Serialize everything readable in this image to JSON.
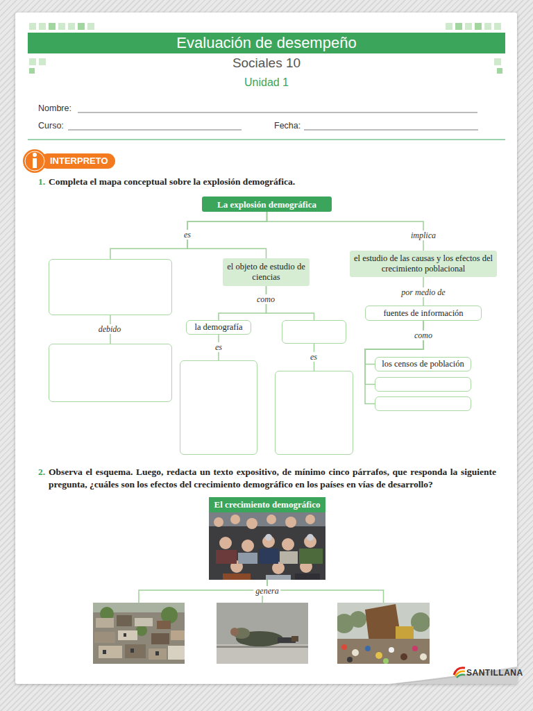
{
  "diagram": {
    "title": "Evaluación de desempeño",
    "nodes": [
      {
        "text": [
          "La explosión demográfica"
        ]
      },
      {
        "text": []
      },
      {
        "text": [
          "el objeto de estudio de ciencias"
        ]
      },
      {
        "text": [
          "el estudio de las causas y los efectos del crecimiento poblacional"
        ]
      },
      {
        "text": []
      },
      {
        "text": [
          "la demografía"
        ]
      },
      {
        "text": []
      },
      {
        "text": [
          "fuentes de información"
        ]
      },
      {
        "text": []
      },
      {
        "text": []
      },
      {
        "text": [
          "los censos de población"
        ]
      },
      {
        "text": []
      },
      {
        "text": []
      },
      {
        "text": [
          "El crecimiento demográfico"
        ]
      },
      {
        "text": []
      },
      {
        "text": []
      },
      {
        "text": []
      }
    ],
    "edges": [
      {
        "from": 0,
        "to": 1,
        "label": "es",
        "arrow": "none"
      },
      {
        "from": 0,
        "to": 2,
        "arrow": "none"
      },
      {
        "from": 0,
        "to": 3,
        "label": "implica",
        "arrow": "none"
      },
      {
        "from": 1,
        "to": 4,
        "label": "debido",
        "arrow": "none"
      },
      {
        "from": 2,
        "to": 5,
        "label": "como",
        "arrow": "none"
      },
      {
        "from": 2,
        "to": 6,
        "arrow": "none"
      },
      {
        "from": 5,
        "to": 8,
        "label": "es",
        "arrow": "none"
      },
      {
        "from": 6,
        "to": 9,
        "label": "es",
        "arrow": "none"
      },
      {
        "from": 3,
        "to": 7,
        "label": "por medio de",
        "arrow": "none"
      },
      {
        "from": 7,
        "to": 10,
        "label": "como",
        "arrow": "none"
      },
      {
        "from": 7,
        "to": 11,
        "arrow": "none"
      },
      {
        "from": 7,
        "to": 12,
        "arrow": "none"
      },
      {
        "from": 13,
        "to": 14,
        "arrow": "none"
      },
      {
        "from": 13,
        "to": 15,
        "label": "genera",
        "arrow": "none"
      },
      {
        "from": 13,
        "to": 16,
        "arrow": "none"
      }
    ],
    "labels": [
      "Sociales 10",
      "Unidad 1",
      "Nombre:",
      "Curso:",
      "Fecha:",
      "INTERPRETO",
      "1.",
      "Completa el mapa conceptual sobre la explosión demográfica.",
      "2.",
      "Observa el esquema. Luego, redacta un texto expositivo, de mínimo cinco párrafos, que responda la siguiente pregunta, ¿cuáles son los efectos del crecimiento demográfico en los países en vías de desarrollo?",
      "SANTILLANA"
    ]
  }
}
